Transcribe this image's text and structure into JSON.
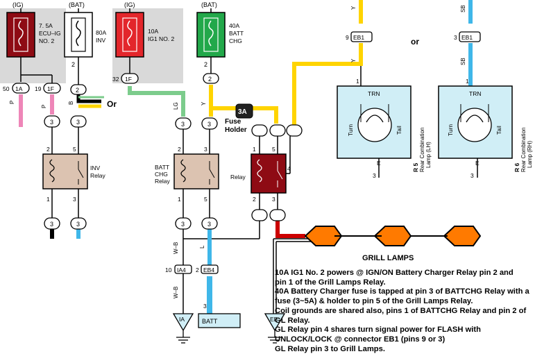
{
  "fuses": [
    {
      "supply": "(IG)",
      "label": [
        "7. 5A",
        "ECU–IG",
        "NO. 2"
      ],
      "color": "#8e0b14"
    },
    {
      "supply": "(BAT)",
      "label": [
        "80A",
        "INV"
      ],
      "color": "#ffffff"
    },
    {
      "supply": "(IG)",
      "label": [
        "10A",
        "IG1 NO. 2"
      ],
      "color": "#e3262b"
    },
    {
      "supply": "(BAT)",
      "label": [
        "40A",
        "BATT",
        "CHG"
      ],
      "color": "#22a84a"
    }
  ],
  "connectors": {
    "c50": "50",
    "c1A": "1A",
    "c19": "19",
    "c1F_top": "1F",
    "c32": "32",
    "c1F": "1F",
    "c9": "9",
    "cEB1a": "EB1",
    "c3": "3",
    "cEB1b": "EB1",
    "c10": "10",
    "cIA4": "IA4",
    "c2": "2",
    "cEB4": "EB4"
  },
  "pins": {
    "two": "2",
    "three": "3",
    "one": "1",
    "five": "5",
    "four": "4"
  },
  "wire_colors": {
    "p": "P",
    "b": "B",
    "lg": "LG",
    "y": "Y",
    "sb": "SB",
    "wb": "W–B",
    "l": "L"
  },
  "labels": {
    "or_1": "Or",
    "or_2": "or",
    "inv_relay": [
      "INV",
      "Relay"
    ],
    "batt_chg_relay": [
      "BATT",
      "CHG",
      "Relay"
    ],
    "relay": "Relay",
    "fuse_3a": "3A",
    "fuse_holder": [
      "Fuse",
      "Holder"
    ],
    "grill_lamps": "GRILL LAMPS",
    "trn": "TRN",
    "turn": "Turn",
    "tail": "Tail",
    "e": "E",
    "r5": "R 5",
    "r5_name": [
      "Rear Combination",
      "Lamp (LH)"
    ],
    "r6": "R 6",
    "r6_name": [
      "Rear Combination",
      "Lamp (RH)"
    ],
    "ground_ia": "IA",
    "ground_eb": "EB",
    "batt_box": "BATT"
  },
  "colors": {
    "yellow": "#ffd400",
    "lightblue": "#3fb7e9",
    "pink": "#ee86b8",
    "green": "#7ccc8c",
    "orange": "#ff7a00",
    "relay_fill": "#dcc3b1",
    "red": "#cc0000",
    "gray_bg": "#d9d9d9"
  },
  "notes": [
    "10A IG1 No. 2 powers @ IGN/ON Battery Charger Relay pin 2 and",
    "pin 1 of the Grill Lamps Relay.",
    "40A Battery Charger fuse is tapped at pin 3 of BATTCHG Relay with a",
    "fuse (3~5A) & holder to pin 5 of the Grill Lamps Relay.",
    "Coil grounds are shared also, pins 1 of BATTCHG Relay and pin 2 of",
    "GL Relay.",
    "GL Relay pin 4 shares turn signal power for FLASH with",
    "UNLOCK/LOCK @ connector EB1 (pins 9 or 3)",
    "GL Relay pin 3 to Grill Lamps."
  ]
}
